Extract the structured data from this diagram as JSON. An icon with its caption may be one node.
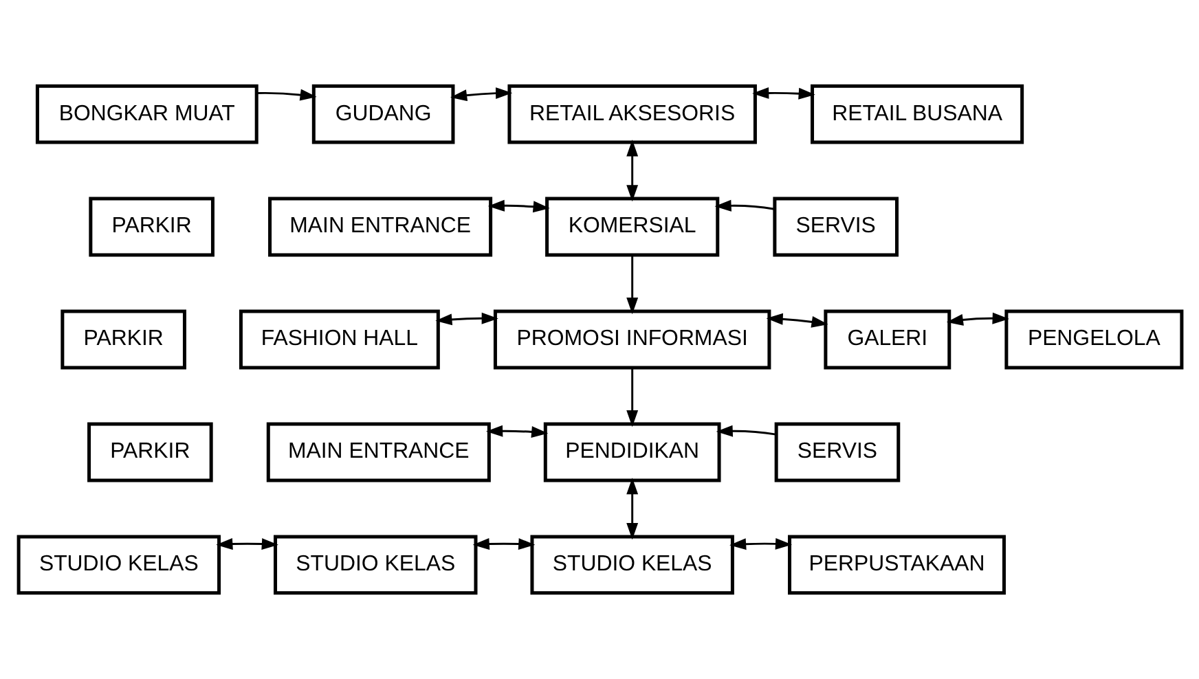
{
  "diagram": {
    "nodes": [
      {
        "text": [
          "BONGKAR MUAT"
        ]
      },
      {
        "text": [
          "GUDANG"
        ]
      },
      {
        "text": [
          "RETAIL AKSESORIS"
        ]
      },
      {
        "text": [
          "RETAIL BUSANA"
        ]
      },
      {
        "text": [
          "PARKIR"
        ]
      },
      {
        "text": [
          "MAIN ENTRANCE"
        ]
      },
      {
        "text": [
          "KOMERSIAL"
        ]
      },
      {
        "text": [
          "SERVIS"
        ]
      },
      {
        "text": [
          "PARKIR"
        ]
      },
      {
        "text": [
          "FASHION HALL"
        ]
      },
      {
        "text": [
          "PROMOSI INFORMASI"
        ]
      },
      {
        "text": [
          "GALERI"
        ]
      },
      {
        "text": [
          "PENGELOLA"
        ]
      },
      {
        "text": [
          "PARKIR"
        ]
      },
      {
        "text": [
          "MAIN ENTRANCE"
        ]
      },
      {
        "text": [
          "PENDIDIKAN"
        ]
      },
      {
        "text": [
          "SERVIS"
        ]
      },
      {
        "text": [
          "STUDIO KELAS"
        ]
      },
      {
        "text": [
          "STUDIO KELAS"
        ]
      },
      {
        "text": [
          "STUDIO KELAS"
        ]
      },
      {
        "text": [
          "PERPUSTAKAAN"
        ]
      }
    ],
    "edges": [
      {
        "from": 0,
        "to": 1,
        "arrow": "to"
      },
      {
        "from": 1,
        "to": 2,
        "arrow": "both"
      },
      {
        "from": 2,
        "to": 3,
        "arrow": "both"
      },
      {
        "from": 2,
        "to": 6,
        "arrow": "both"
      },
      {
        "from": 5,
        "to": 6,
        "arrow": "both"
      },
      {
        "from": 7,
        "to": 6,
        "arrow": "to"
      },
      {
        "from": 6,
        "to": 10,
        "arrow": "to"
      },
      {
        "from": 9,
        "to": 10,
        "arrow": "both"
      },
      {
        "from": 10,
        "to": 11,
        "arrow": "both"
      },
      {
        "from": 11,
        "to": 12,
        "arrow": "both"
      },
      {
        "from": 10,
        "to": 15,
        "arrow": "to"
      },
      {
        "from": 14,
        "to": 15,
        "arrow": "both"
      },
      {
        "from": 16,
        "to": 15,
        "arrow": "to"
      },
      {
        "from": 15,
        "to": 19,
        "arrow": "both"
      },
      {
        "from": 17,
        "to": 18,
        "arrow": "both"
      },
      {
        "from": 18,
        "to": 19,
        "arrow": "both"
      },
      {
        "from": 19,
        "to": 20,
        "arrow": "both"
      }
    ]
  }
}
